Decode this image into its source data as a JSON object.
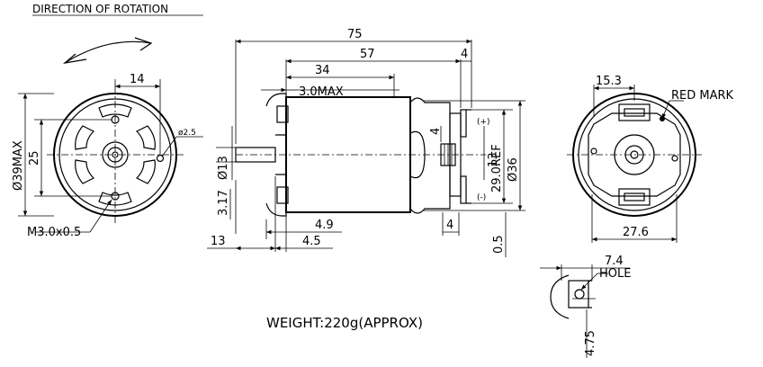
{
  "title": "DIRECTION OF ROTATION",
  "weight": "WEIGHT:220g(APPROX)",
  "front_view": {
    "dim_width": "14",
    "dim_height_max": "Ø39MAX",
    "dim_hole_spacing": "25",
    "dim_small_hole": "ø2.5",
    "screw_label": "M3.0x0.5"
  },
  "side_view": {
    "dim_total": "75",
    "dim_body": "57",
    "dim_end": "4",
    "dim_34": "34",
    "dim_3max": "3.0MAX",
    "dim_shaft_dia": "Ø13",
    "dim_317": "3.17",
    "dim_13": "13",
    "dim_49": "4.9",
    "dim_45": "4.5",
    "dim_4a": "4",
    "dim_4b": "4",
    "dim_13r": "13",
    "dim_29ref": "29.0REF",
    "dim_36": "Ø36",
    "dim_05": "0.5",
    "plus": "(+)",
    "minus": "(-)"
  },
  "rear_view": {
    "dim_153": "15.3",
    "red_mark": "RED MARK",
    "dim_276": "27.6"
  },
  "terminal_detail": {
    "dim_74": "7.4",
    "hole": "HOLE",
    "dim_475": "4.75"
  }
}
